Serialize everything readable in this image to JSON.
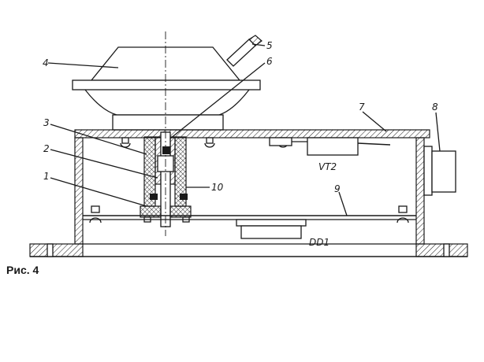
{
  "figure": {
    "caption": "Рис. 4",
    "callouts": [
      "1",
      "2",
      "3",
      "4",
      "5",
      "6",
      "7",
      "8",
      "9",
      "10"
    ],
    "components": [
      "VT2",
      "DD1"
    ]
  }
}
